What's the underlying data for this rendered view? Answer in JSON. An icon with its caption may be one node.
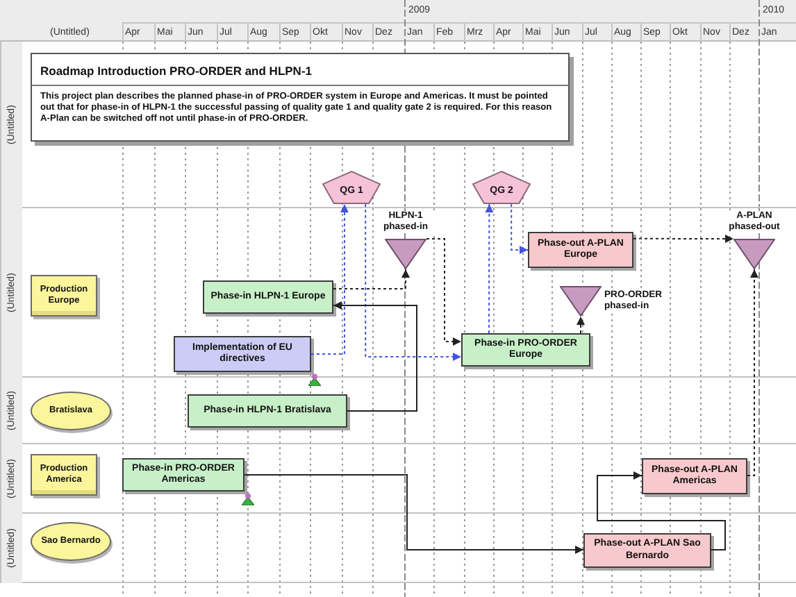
{
  "diagram": {
    "nodes": [
      {
        "text": [
          "(Untitled)"
        ]
      },
      {
        "text": [
          "Roadmap Introduction PRO-ORDER and HLPN-1",
          "This project plan describes the planned phase-in of PRO-ORDER system in Europe and Americas. It must be pointed out that for phase-in of HLPN-1 the successful passing of quality gate 1 and quality gate 2 is required. For this reason A-Plan can be switched off not until phase-in of PRO-ORDER."
        ],
        "in": 0
      },
      {
        "text": [
          "QG 1"
        ],
        "in": 0
      },
      {
        "text": [
          "QG 2"
        ],
        "in": 0
      },
      {
        "text": [
          "(Untitled)"
        ]
      },
      {
        "text": [
          "Production Europe"
        ],
        "in": 4
      },
      {
        "text": [],
        "shape": "triangle",
        "beside": [
          "HLPN-1 phased-in"
        ],
        "in": 4
      },
      {
        "text": [
          "Phase-in HLPN-1 Europe"
        ],
        "in": 4
      },
      {
        "text": [
          "Implementation of EU directives"
        ],
        "in": 4
      },
      {
        "text": [
          "Phase-out A-PLAN Europe"
        ],
        "in": 4
      },
      {
        "text": [],
        "shape": "triangle",
        "beside": [
          "A-PLAN phased-out"
        ],
        "in": 4
      },
      {
        "text": [],
        "shape": "triangle",
        "beside": [
          "PRO-ORDER phased-in"
        ],
        "in": 4
      },
      {
        "text": [
          "Phase-in PRO-ORDER Europe"
        ],
        "in": 4
      },
      {
        "text": [
          "(Untitled)"
        ]
      },
      {
        "text": [
          "Bratislava"
        ],
        "in": 13
      },
      {
        "text": [
          "Phase-in HLPN-1 Bratislava"
        ],
        "in": 13
      },
      {
        "text": [
          "(Untitled)"
        ]
      },
      {
        "text": [
          "Production America"
        ],
        "in": 16
      },
      {
        "text": [
          "Phase-in PRO-ORDER Americas"
        ],
        "in": 16
      },
      {
        "text": [
          "Phase-out A-PLAN Americas"
        ],
        "in": 16
      },
      {
        "text": [
          "(Untitled)"
        ]
      },
      {
        "text": [
          "Sao Bernardo"
        ],
        "in": 20
      },
      {
        "text": [
          "Phase-out A-PLAN Sao Bernardo"
        ],
        "in": 20
      }
    ],
    "edges": [
      {
        "from": 8,
        "to": 2,
        "arrow": "to",
        "style": "dashed",
        "color": "#4455dd"
      },
      {
        "from": 2,
        "to": 12,
        "arrow": "to",
        "style": "dashed",
        "color": "#4455dd"
      },
      {
        "from": 12,
        "to": 3,
        "arrow": "to",
        "style": "dashed",
        "color": "#4455dd"
      },
      {
        "from": 3,
        "to": 9,
        "arrow": "to",
        "style": "dashed",
        "color": "#4455dd"
      },
      {
        "from": 7,
        "to": 6,
        "arrow": "to",
        "style": "dashed"
      },
      {
        "from": 6,
        "to": 12,
        "arrow": "to",
        "style": "dashed"
      },
      {
        "from": 15,
        "to": 7,
        "arrow": "to"
      },
      {
        "from": 12,
        "to": 11,
        "arrow": "to",
        "style": "dashed"
      },
      {
        "from": 9,
        "to": 10,
        "arrow": "to",
        "style": "dashed"
      },
      {
        "from": 19,
        "to": 10,
        "arrow": "to",
        "style": "dashed"
      },
      {
        "from": 18,
        "to": 22,
        "arrow": "to"
      },
      {
        "from": 22,
        "to": 19,
        "arrow": "to"
      }
    ],
    "labels": [
      "2009",
      "2010",
      "(Untitled)",
      "Apr",
      "Mai",
      "Jun",
      "Jul",
      "Aug",
      "Sep",
      "Okt",
      "Nov",
      "Dez",
      "Jan",
      "Feb",
      "Mrz",
      "Apr",
      "Mai",
      "Jun",
      "Jul",
      "Aug",
      "Sep",
      "Okt",
      "Nov",
      "Dez",
      "Jan"
    ]
  }
}
